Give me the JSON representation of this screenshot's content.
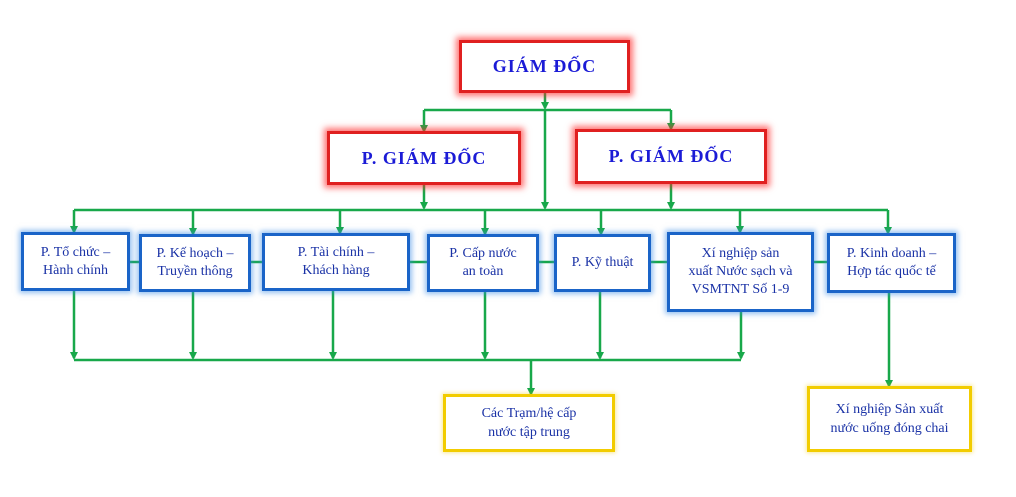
{
  "director": "GIÁM ĐỐC",
  "deputies": [
    "P. GIÁM ĐỐC",
    "P. GIÁM ĐỐC"
  ],
  "departments": [
    "P. Tổ chức –\nHành chính",
    "P. Kế hoạch –\nTruyền thông",
    "P. Tài chính –\nKhách hàng",
    "P. Cấp nước\nan toàn",
    "P. Kỹ thuật",
    "Xí nghiệp sản\nxuất Nước sạch và\nVSMTNT  Số 1-9",
    "P. Kinh doanh –\nHợp tác quốc tế"
  ],
  "stations": "Các Trạm/hệ  cấp\nnước tập trung",
  "bottling": "Xí nghiệp Sản xuất\nnước uống đóng chai",
  "colors": {
    "connector": "#18a84a",
    "top_border": "#e02020",
    "top_text": "#1b1bd6",
    "dept_border": "#1a64c8",
    "dept_text": "#1a32a6",
    "sub_border": "#f2cc00"
  }
}
